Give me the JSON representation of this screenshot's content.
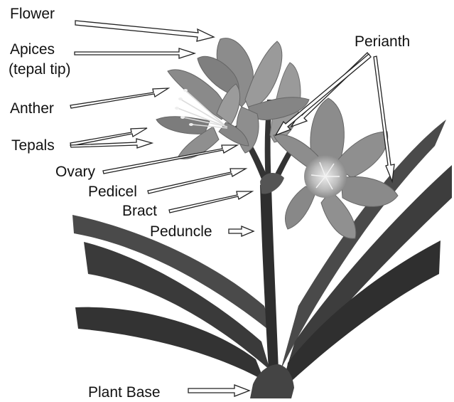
{
  "labels": {
    "flower": "Flower",
    "apices": "Apices",
    "apices_sub": "(tepal tip)",
    "anther": "Anther",
    "tepals": "Tepals",
    "ovary": "Ovary",
    "pedicel": "Pedicel",
    "bract": "Bract",
    "peduncle": "Peduncle",
    "perianth": "Perianth",
    "plant_base": "Plant Base"
  },
  "colors": {
    "leaf_dark": "#3a3a3a",
    "leaf_mid": "#555555",
    "stem": "#2e2e2e",
    "petal": "#8c8c8c",
    "petal_light": "#a8a8a8",
    "flower_center": "#d9d9d9",
    "arrow_fill": "#ffffff",
    "arrow_stroke": "#222222",
    "text": "#111111"
  }
}
